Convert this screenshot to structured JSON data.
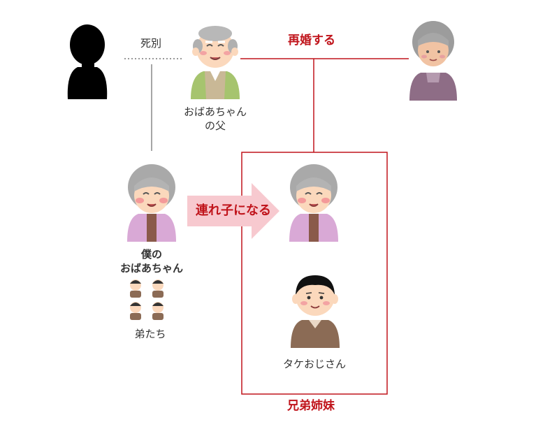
{
  "labels": {
    "shibetsu": "死別",
    "saikon": "再婚する",
    "great_grandfather": [
      "おばあちゃん",
      "の父"
    ],
    "grandmother": [
      "僕の",
      "おばあちゃん"
    ],
    "younger_brothers": "弟たち",
    "tsuregogo": "連れ子になる",
    "take_oji": "タケおじさん",
    "kyodai": "兄弟姉妹"
  },
  "colors": {
    "accent_red": "#c0141b",
    "arrow_pink": "#f7c9cf",
    "line_gray": "#888888",
    "silhouette": "#000000"
  }
}
